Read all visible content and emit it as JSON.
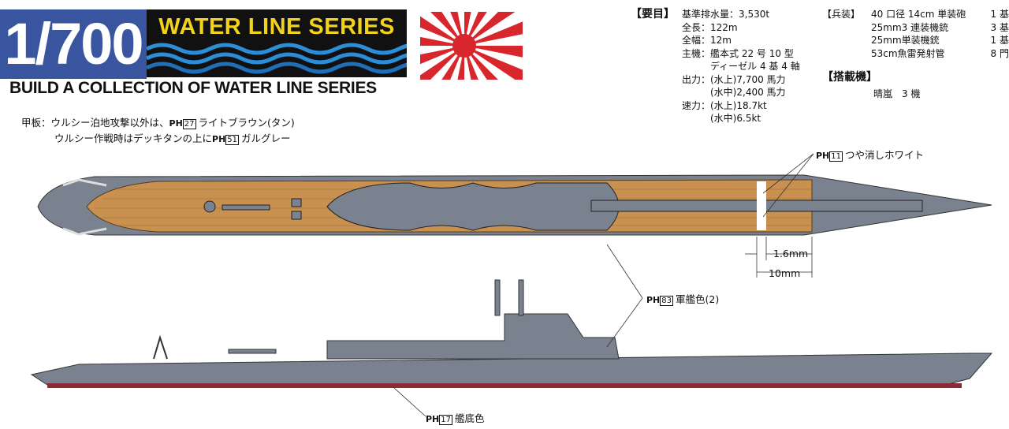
{
  "header": {
    "scale": "1/700",
    "series_title": "WATER LINE SERIES",
    "tagline": "BUILD A COLLECTION OF WATER LINE SERIES"
  },
  "specs": {
    "heading": "【要目】",
    "rows": [
      "基準排水量：3,530t",
      "全長：122m",
      "全幅：12m",
      "主機：艦本式 22 号 10 型",
      "　　　ディーゼル 4 基 4 軸",
      "出力：(水上)7,700 馬力",
      "　　　(水中)2,400 馬力",
      "速力：(水上)18.7kt",
      "　　　(水中)6.5kt"
    ]
  },
  "armament": {
    "heading": "【兵装】",
    "rows": [
      {
        "item": "40 口径 14cm 単装砲",
        "qty": "1 基"
      },
      {
        "item": "25mm3 連装機銃",
        "qty": "3 基"
      },
      {
        "item": "25mm単装機銃",
        "qty": "1 基"
      },
      {
        "item": "53cm魚雷発射管",
        "qty": "8 門"
      }
    ]
  },
  "aircraft": {
    "heading": "【搭載機】",
    "value": "晴嵐　3 機"
  },
  "deck_note": {
    "line1_prefix": "甲板：ウルシー泊地攻撃以外は、",
    "line1_code": "27",
    "line1_suffix": "ライトブラウン(タン)",
    "line2_prefix": "ウルシー作戦時はデッキタンの上に",
    "line2_code": "51",
    "line2_suffix": "ガルグレー"
  },
  "paint_prefix": "PH",
  "callouts": [
    {
      "code": "11",
      "label": "つや消しホワイト"
    },
    {
      "code": "83",
      "label": "軍艦色(2)"
    },
    {
      "code": "17",
      "label": "艦底色"
    }
  ],
  "dimensions": {
    "stripe_width": "1.6mm",
    "stripe_offset": "10mm"
  },
  "colors": {
    "hull": "#7a8290",
    "deck": "#c8914f",
    "bottom": "#8b2b35",
    "logo_blue": "#3a55a0",
    "logo_yellow": "#f3d21a"
  }
}
